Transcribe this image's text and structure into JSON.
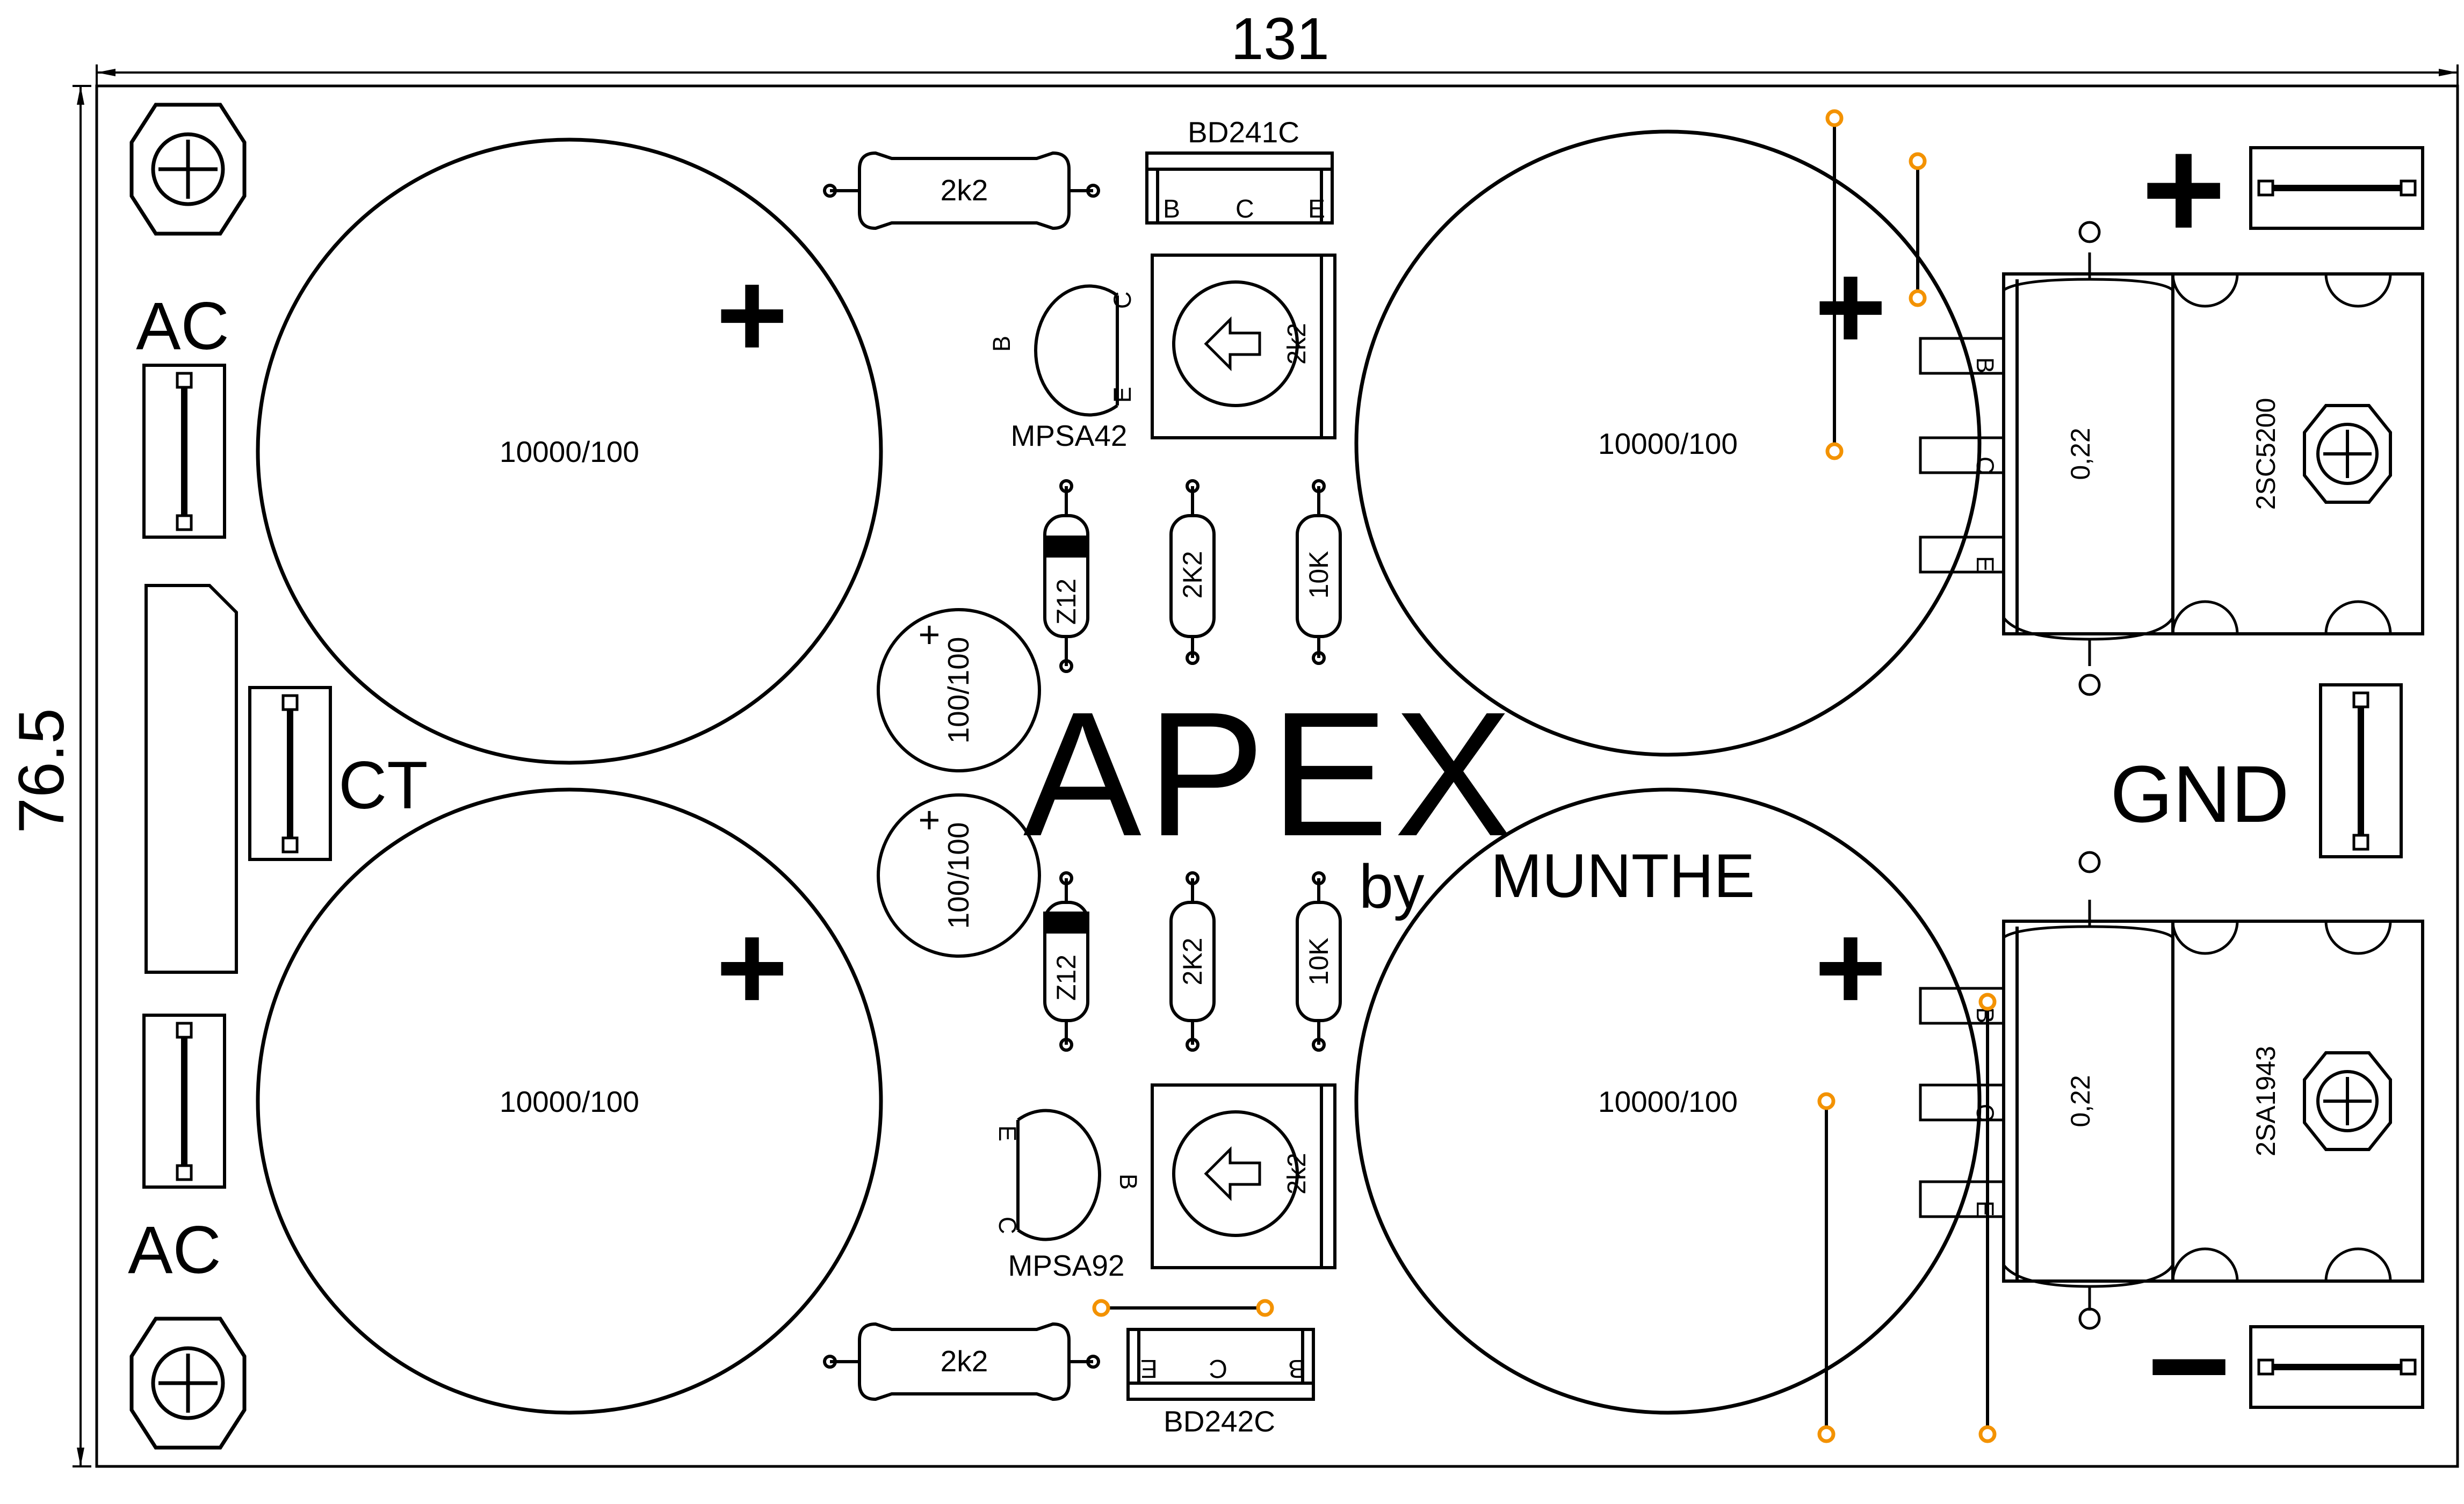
{
  "dimensions": {
    "width": "131",
    "height": "76.5"
  },
  "title": {
    "main": "APEX",
    "by": "by",
    "author": "MUNTHE"
  },
  "terminals": {
    "ac_top": "AC",
    "ac_bottom": "AC",
    "ct": "CT",
    "gnd": "GND",
    "plus": "+",
    "minus": "−"
  },
  "capacitors": {
    "big_top_left": "10000/100",
    "big_bottom_left": "10000/100",
    "big_top_right": "10000/100",
    "big_bottom_right": "10000/100",
    "polarity": "+",
    "small_top": "100/100",
    "small_bottom": "100/100"
  },
  "resistors": {
    "top_2k2": "2k2",
    "bottom_2k2": "2k2",
    "z12_top": "Z12",
    "z12_bottom": "Z12",
    "r2k2_top": "2K2",
    "r2k2_bottom": "2K2",
    "r10k_top": "10K",
    "r10k_bottom": "10K",
    "emitter_top": "0,22",
    "emitter_bottom": "0,22"
  },
  "trimpots": {
    "top": "2k2",
    "bottom": "2k2"
  },
  "transistors": {
    "bd241c": {
      "name": "BD241C",
      "pins": [
        "B",
        "C",
        "E"
      ]
    },
    "bd242c": {
      "name": "BD242C",
      "pins": [
        "E",
        "C",
        "B"
      ]
    },
    "mpsa42": {
      "name": "MPSA42",
      "pins": [
        "B",
        "C",
        "E"
      ]
    },
    "mpsa92": {
      "name": "MPSA92",
      "pins": [
        "E",
        "B",
        "C"
      ]
    },
    "power_top": {
      "name": "2SC5200",
      "pins": [
        "B",
        "C",
        "E"
      ]
    },
    "power_bottom": {
      "name": "2SA1943",
      "pins": [
        "B",
        "C",
        "E"
      ]
    }
  },
  "colors": {
    "ink": "#000000",
    "pad": "#f39200",
    "board": "#ffffff"
  }
}
